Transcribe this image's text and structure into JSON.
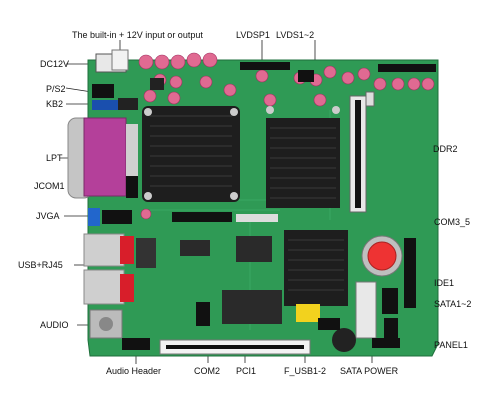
{
  "labels": {
    "top_power": "The built-in + 12V input or output",
    "lvdsp1": "LVDSP1",
    "lvds": "LVDS1~2",
    "dc12v": "DC12V",
    "ps2": "P/S2",
    "kb2": "KB2",
    "lpt": "LPT",
    "jcom1": "JCOM1",
    "jvga": "JVGA",
    "usb_rj45": "USB+RJ45",
    "audio": "AUDIO",
    "ddr2": "DDR2",
    "com3_5": "COM3_5",
    "ide1": "IDE1",
    "sata": "SATA1~2",
    "panel1": "PANEL1",
    "audio_header": "Audio Header",
    "com2": "COM2",
    "pci1": "PCI1",
    "fusb": "F_USB1-2",
    "sata_power": "SATA POWER"
  },
  "colors": {
    "pcb": "#2f9a55",
    "heatsink": "#1e1e1e",
    "lpt": "#b4409a",
    "rj45": "#d81e2a",
    "capacitor": "#e06a92",
    "vga": "#2266cc"
  }
}
